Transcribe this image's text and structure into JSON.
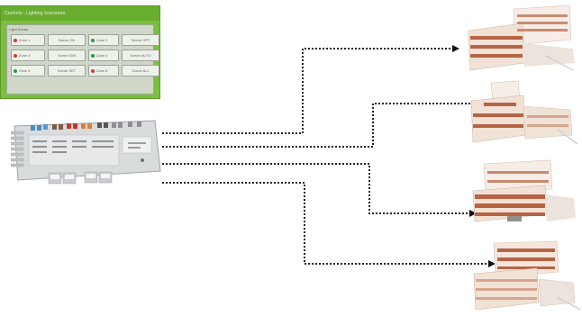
{
  "ui_panel": {
    "title": "Controls - Lighting Scenarios",
    "tab": "Light Zones",
    "buttons": [
      {
        "label": "Zone 1",
        "status": "red"
      },
      {
        "label": "Scene ON",
        "status": "none"
      },
      {
        "label": "Zone 2",
        "status": "green"
      },
      {
        "label": "Scene OFF",
        "status": "none"
      },
      {
        "label": "Zone 3",
        "status": "red"
      },
      {
        "label": "Scene DIM",
        "status": "none"
      },
      {
        "label": "Zone 4",
        "status": "green"
      },
      {
        "label": "Scene AUTO",
        "status": "none"
      },
      {
        "label": "Zone 5",
        "status": "green"
      },
      {
        "label": "Scene SET",
        "status": "none"
      },
      {
        "label": "Zone 6",
        "status": "red"
      },
      {
        "label": "Scene ALL",
        "status": "none"
      }
    ]
  },
  "colors": {
    "panel_green": "#7cbf3e",
    "connector_line": "#222222",
    "building_brick": "#b86a4a",
    "building_light": "#f2e4d8"
  },
  "diagram": {
    "source": "controller-device",
    "targets": [
      "building-1",
      "building-2",
      "building-3",
      "building-4"
    ],
    "connector_style": "dotted-arrow"
  }
}
